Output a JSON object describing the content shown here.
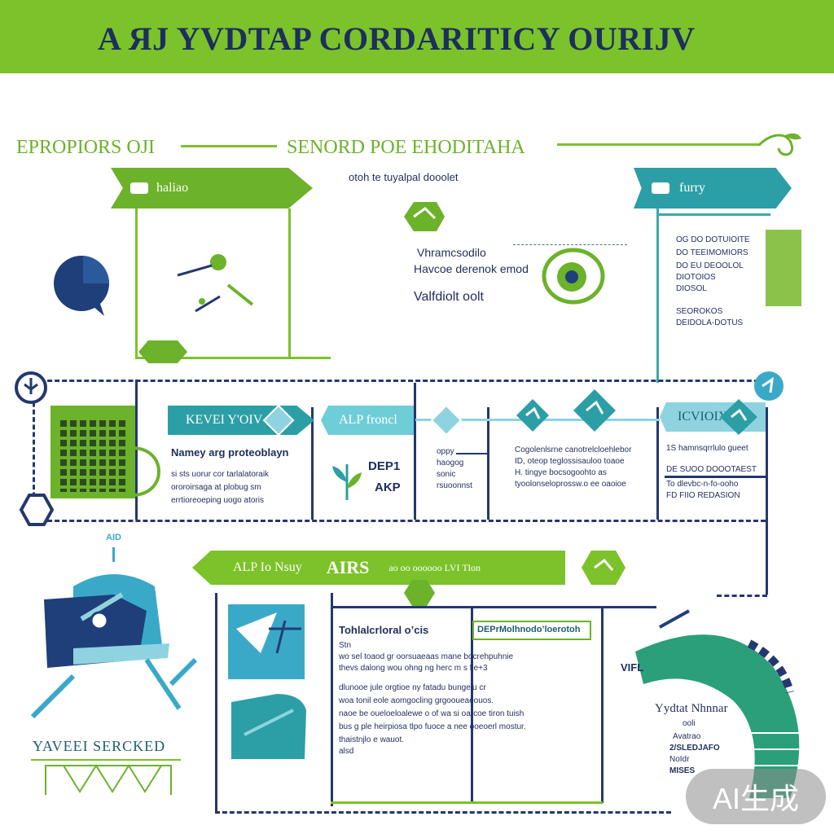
{
  "header": {
    "title": "A ЯJ YVDTAP CORDARITICY OURIJV"
  },
  "top_row": {
    "left_title": "EPROPIORS OJI",
    "mid_title": "SENORD POE EHODITAHA",
    "subtitle": "otoh te tuyalpal dooolet",
    "left_tag": "haliao",
    "right_tag": "furry",
    "center_lines": [
      "Vhramcsodilo",
      "Havcoe derenok emod",
      "Valfdiolt oolt"
    ],
    "right_lines": [
      "OG DO DOTUIOITE",
      "DO TEEIMOMIORS",
      "DO EU DEOOLOL",
      "DIOTOIOS",
      "DIOSOL",
      "SEOROKOS",
      "DEIDOLA-DOTUS"
    ]
  },
  "middle_row": {
    "tag_a": "KEVEI Y'OIV",
    "tag_b": "ALP froncl",
    "tag_c": "ICVIOIXO",
    "col1_heading": "Namey arg proteoblayn",
    "col1_lines": [
      "si sts uorur cor tarlalatoraik",
      "ororoirsaga at plobug sm",
      "errtioreoeping uogo atoris"
    ],
    "col2_lines": [
      "DEP1",
      "AKP"
    ],
    "col3_lines": [
      "oppy",
      "haogog",
      "sonic",
      "rsuoonnst"
    ],
    "col4_lines": [
      "Cogolenlsrne canotrelcloehlebor",
      "ID, oteop teglossisauloo toaoe",
      "H. tingye bocsogoohto as",
      "tyoolonseloprossw.o ee oaoioe"
    ],
    "col5_lines": [
      "1S hamnsqrrlulo gueet",
      "DE SUOO DOOOTAEST",
      "To dlevbc-n-fo-ooho",
      "FD FIIO REDASION"
    ]
  },
  "bottom_row": {
    "tag_left": "ALP Io Nsuy",
    "tag_mid": "AIRS",
    "tag_right": "ao oo oooooo LVI Tlon",
    "small_label": "AID",
    "left_caption": "YAVEEI SERCKED",
    "list_heading": "DEPrMolhnodo’loerotoh",
    "center_heading": "Tohlalcrloral o’cis",
    "center_lines": [
      "Stn",
      "wo sel toaod gr oorsuaeaas mane bocrehpuhnie",
      "thevs dalong wou ohng ng herc m s fie+3",
      "",
      "dlunooe jule orgtioe ny fatadu bungelu cr",
      "woa tonil eole aomgocling grgooueaeouos.",
      "naoe be oueloeloalewe o of wa si oarcoe tiron tuish",
      "bus g ple heirpiosa tlpo fuoce a nee ooeoerl mostur.",
      "thaistnjlo e wauot.",
      "alsd"
    ],
    "right_small": "VIFL",
    "right_heading": "Yydtat Nhnnar",
    "right_lines": [
      "ooli",
      "Avatrao",
      "2/SLEDJAFO",
      "NoIdr",
      "MISES"
    ]
  },
  "watermark": {
    "text": "AI生成"
  },
  "colors": {
    "green": "#7cc22a",
    "navy": "#24386e",
    "teal": "#2b9fa5",
    "light_teal": "#8fd3e0"
  }
}
